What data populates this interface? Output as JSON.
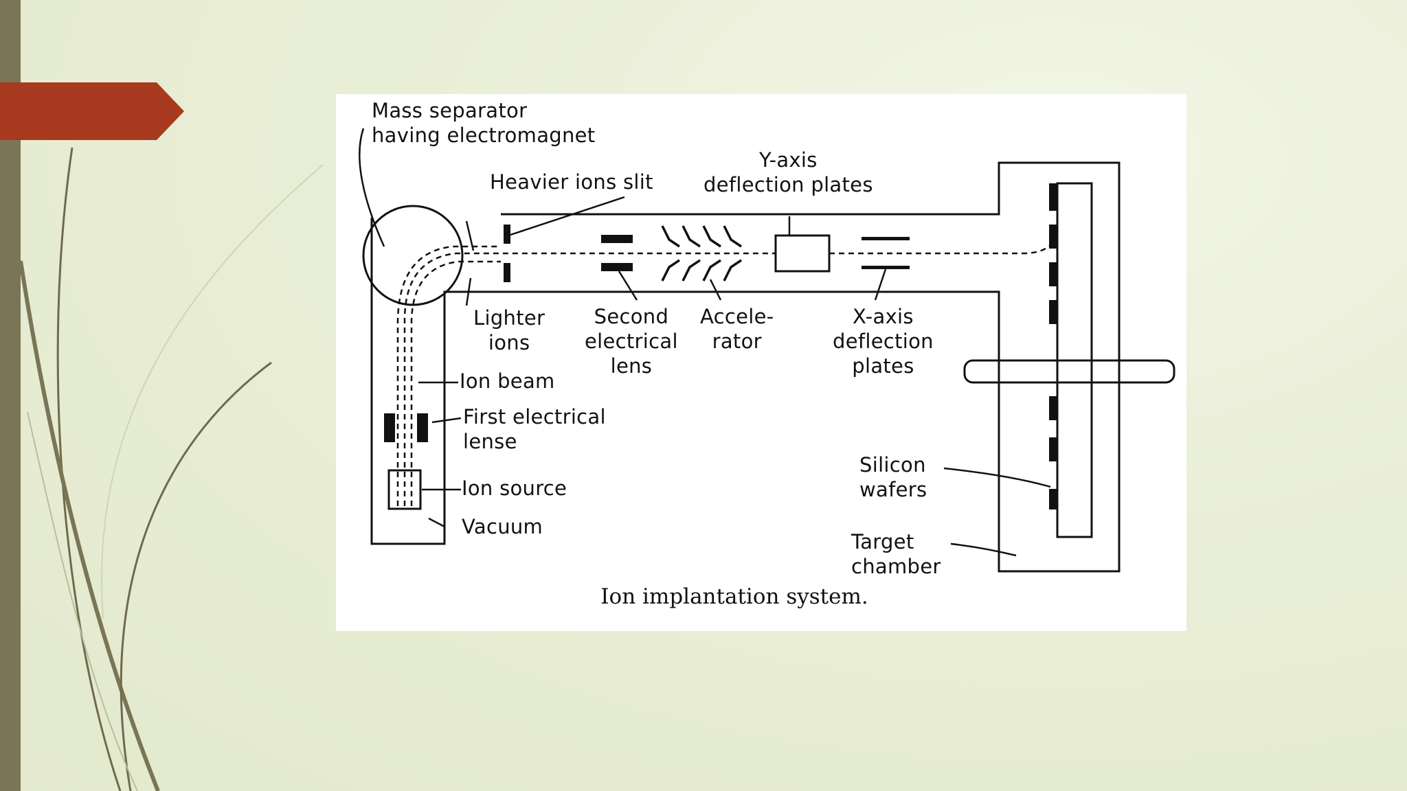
{
  "slide": {
    "caption": "Ion implantation system."
  },
  "diagram": {
    "labels": {
      "mass_separator": "Mass separator\nhaving electromagnet",
      "heavier_ions_slit": "Heavier ions slit",
      "y_axis_plates": "Y-axis\ndeflection plates",
      "lighter_ions": "Lighter\nions",
      "second_lens": "Second\nelectrical\nlens",
      "accelerator": "Accele-\nrator",
      "x_axis_plates": "X-axis\ndeflection\nplates",
      "ion_beam": "Ion beam",
      "first_lens": "First electrical\nlense",
      "ion_source": "Ion source",
      "vacuum": "Vacuum",
      "silicon_wafers": "Silicon\nwafers",
      "target_chamber": "Target\nchamber"
    }
  },
  "colors": {
    "left_bar": "#7a7556",
    "accent_tab": "#a83a1f",
    "background": "#e9eed6",
    "figure_bg": "#ffffff",
    "ink": "#111111"
  }
}
